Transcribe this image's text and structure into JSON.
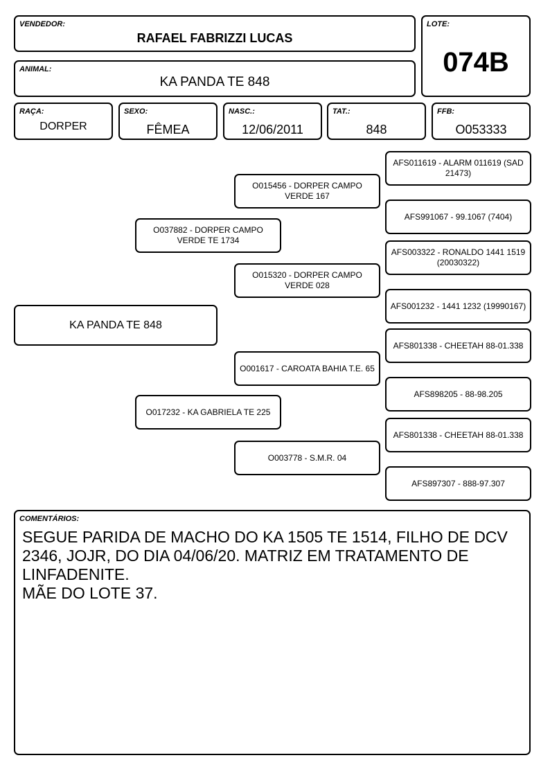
{
  "header": {
    "vendedor_label": "VENDEDOR:",
    "vendedor": "RAFAEL FABRIZZI LUCAS",
    "lote_label": "LOTE:",
    "lote": "074B",
    "animal_label": "ANIMAL:",
    "animal": "KA PANDA TE 848"
  },
  "info": {
    "raca_label": "RAÇA:",
    "raca": "DORPER",
    "sexo_label": "SEXO:",
    "sexo": "FÊMEA",
    "nasc_label": "NASC.:",
    "nasc": "12/06/2011",
    "tat_label": "TAT.:",
    "tat": "848",
    "ffb_label": "FFB:",
    "ffb": "O053333"
  },
  "pedigree": {
    "animal": "KA PANDA TE 848",
    "sire": "O037882 - DORPER CAMPO VERDE TE 1734",
    "dam": "O017232 - KA GABRIELA TE 225",
    "sire_sire": "O015456 - DORPER CAMPO VERDE 167",
    "sire_dam": "O015320 - DORPER CAMPO VERDE 028",
    "dam_sire": "O001617 - CAROATA BAHIA T.E. 65",
    "dam_dam": "O003778 - S.M.R. 04",
    "gg1": "AFS011619 - ALARM 011619 (SAD 21473)",
    "gg2": "AFS991067 - 99.1067 (7404)",
    "gg3": "AFS003322 - RONALDO 1441 1519 (20030322)",
    "gg4": "AFS001232 - 1441 1232 (19990167)",
    "gg5": "AFS801338 - CHEETAH 88-01.338",
    "gg6": "AFS898205 - 88-98.205",
    "gg7": "AFS801338 - CHEETAH 88-01.338",
    "gg8": "AFS897307 - 888-97.307"
  },
  "comments": {
    "label": "COMENTÁRIOS:",
    "text": "SEGUE PARIDA DE MACHO DO KA 1505 TE 1514, FILHO DE DCV 2346, JOJR, DO DIA 04/06/20. MATRIZ EM TRATAMENTO DE LINFADENITE.\nMÃE DO LOTE 37."
  }
}
